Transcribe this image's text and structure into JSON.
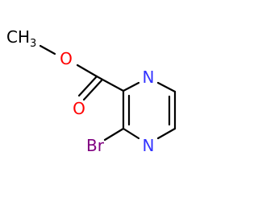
{
  "molecule": {
    "atoms": {
      "methyl": {
        "text": "CH",
        "subscript": "3",
        "color": "#000000"
      },
      "ester_oxygen": {
        "text": "O",
        "color": "#ff0000"
      },
      "carbonyl_oxygen": {
        "text": "O",
        "color": "#ff0000"
      },
      "ring_nitrogen_top": {
        "text": "N",
        "color": "#3333ff"
      },
      "ring_nitrogen_bottom": {
        "text": "N",
        "color": "#3333ff"
      },
      "bromine": {
        "text": "Br",
        "color": "#800080"
      }
    },
    "bond_color": "#000000"
  }
}
